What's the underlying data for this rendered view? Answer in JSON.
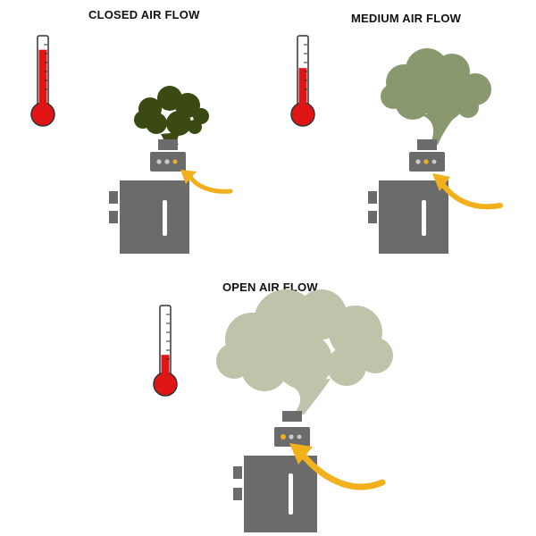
{
  "panels": [
    {
      "id": "closed",
      "title": "CLOSED AIR FLOW",
      "thermometer_level": 0.82,
      "cloud_color": "#3a4a12",
      "airflow_port_color": "#f0b020"
    },
    {
      "id": "medium",
      "title": "MEDIUM AIR FLOW",
      "thermometer_level": 0.55,
      "cloud_color": "#8a9870",
      "airflow_port_color": "#f0b020"
    },
    {
      "id": "open",
      "title": "OPEN AIR FLOW",
      "thermometer_level": 0.3,
      "cloud_color": "#bdc4aa",
      "airflow_port_color": "#f0b020"
    }
  ],
  "colors": {
    "mercury": "#e01515",
    "device": "#6b6b6b",
    "device_detail": "#ffffff",
    "arrow": "#f2b01c",
    "thermometer_outline": "#333333"
  },
  "icons": [
    "thermometer-icon",
    "cloud-icon",
    "vape-device-icon",
    "airflow-arrow-icon"
  ]
}
